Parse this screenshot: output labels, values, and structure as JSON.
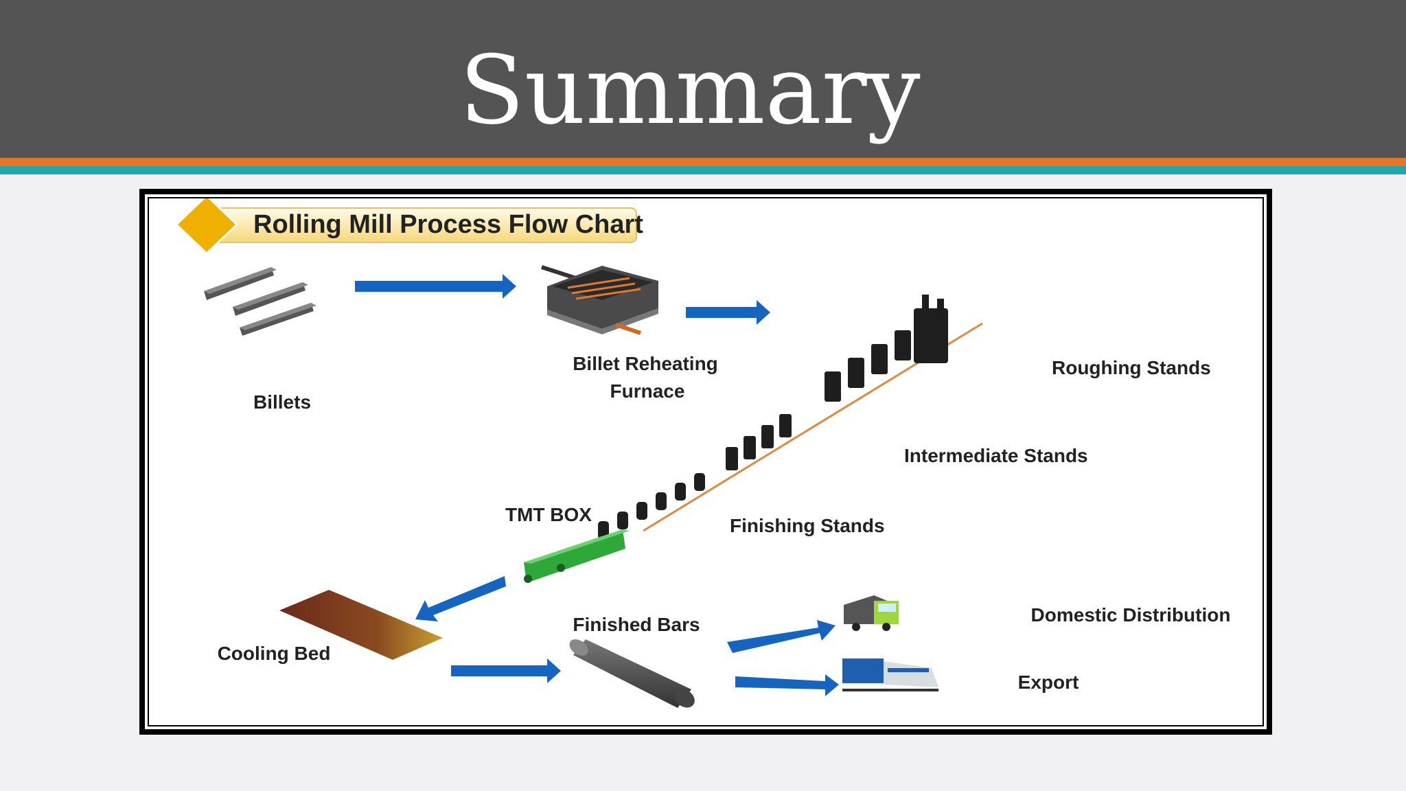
{
  "slide": {
    "title": "Summary"
  },
  "diagram": {
    "banner": "Rolling Mill Process Flow Chart",
    "labels": {
      "billets": "Billets",
      "furnace_line1": "Billet Reheating",
      "furnace_line2": "Furnace",
      "roughing": "Roughing Stands",
      "intermediate": "Intermediate Stands",
      "tmt": "TMT BOX",
      "finishing": "Finishing Stands",
      "cooling": "Cooling Bed",
      "finished": "Finished Bars",
      "domestic": "Domestic Distribution",
      "export": "Export"
    },
    "colors": {
      "arrow": "#1565c0",
      "diamond": "#f0b000",
      "banner": "#fbe9a8",
      "tmt": "#2fa83a"
    }
  }
}
